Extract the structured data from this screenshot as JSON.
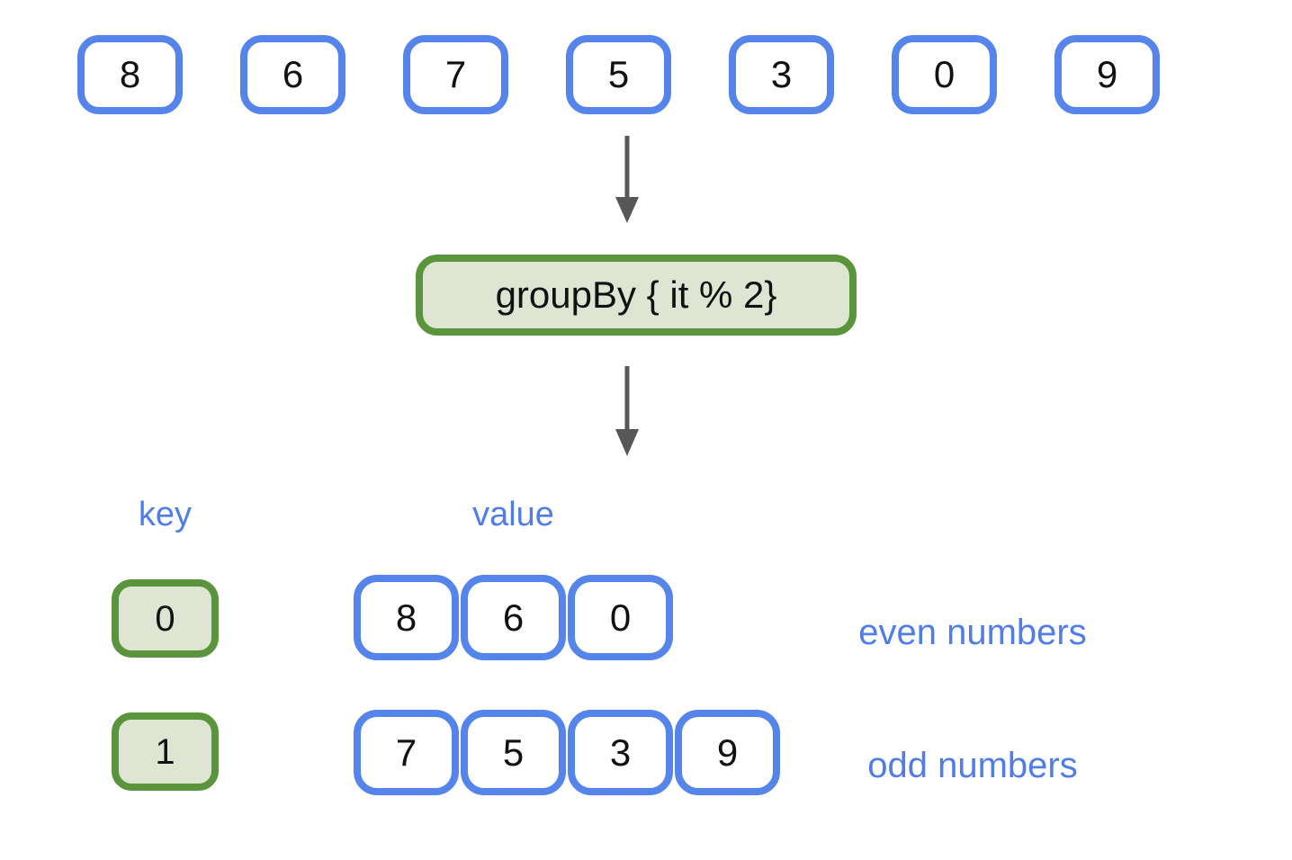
{
  "input": {
    "items": [
      "8",
      "6",
      "7",
      "5",
      "3",
      "0",
      "9"
    ]
  },
  "operation": {
    "label": "groupBy { it % 2}"
  },
  "result": {
    "key_header": "key",
    "value_header": "value",
    "groups": [
      {
        "key": "0",
        "values": [
          "8",
          "6",
          "0"
        ],
        "annotation": "even numbers"
      },
      {
        "key": "1",
        "values": [
          "7",
          "5",
          "3",
          "9"
        ],
        "annotation": "odd numbers"
      }
    ]
  },
  "colors": {
    "blue_border": "#5584EB",
    "blue_text": "#517DE8",
    "green_border": "#5A943B",
    "green_fill": "#DEE6D3",
    "arrow_gray": "#575757",
    "digit_text": "#111111",
    "background": "#FFFFFF"
  }
}
